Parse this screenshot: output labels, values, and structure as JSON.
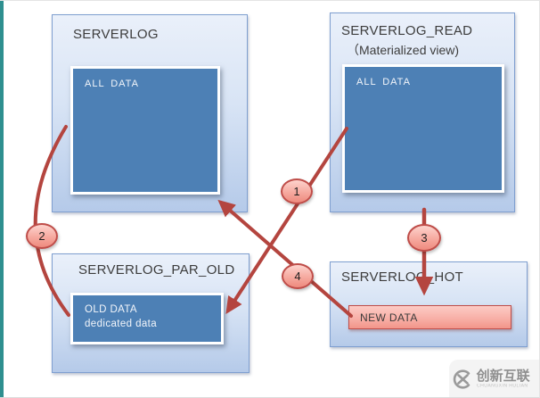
{
  "boxes": {
    "serverlog": {
      "title": "SERVERLOG",
      "inner_label": "ALL DATA"
    },
    "serverlog_read": {
      "title": "SERVERLOG_READ",
      "subtitle": "（Materialized view)",
      "inner_label": "ALL DATA"
    },
    "serverlog_par_old": {
      "title": "SERVERLOG_PAR_OLD",
      "inner_line1": "OLD DATA",
      "inner_line2": "dedicated data"
    },
    "serverlog_hot": {
      "title": "SERVERLOG_HOT",
      "inner_label": "NEW DATA"
    }
  },
  "steps": {
    "s1": "1",
    "s2": "2",
    "s3": "3",
    "s4": "4"
  },
  "watermark": {
    "brand": "创新互联",
    "tagline": "CHUANGXIN HULIAN"
  },
  "colors": {
    "arrow": "#b4453f",
    "panel_border": "#7f9fd0",
    "panel_fill_top": "#eaf0fa",
    "panel_fill_bottom": "#b5cae9",
    "inner_fill": "#4d80b5",
    "new_data_border": "#bf4d49",
    "new_data_fill": "#f8b0a7",
    "step_fill": "#f6a99f",
    "edge_bar": "#2e8f8f",
    "watermark_bg": "#f4f4f4"
  }
}
